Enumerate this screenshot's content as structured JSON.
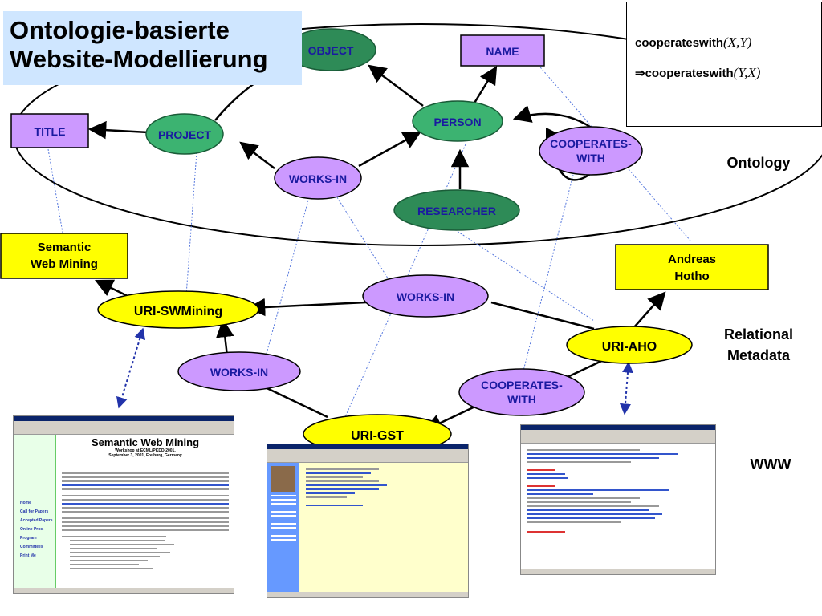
{
  "title": {
    "line1": "Ontologie-basierte",
    "line2": "Website-Modellierung"
  },
  "rule": {
    "pred1": "cooperateswith",
    "args1": "(X,Y)",
    "implies": "⇒",
    "pred2": "cooperateswith",
    "args2": "(Y,X)"
  },
  "layers": {
    "ontology": "Ontology",
    "metadata_line1": "Relational",
    "metadata_line2": "Metadata",
    "www": "WWW"
  },
  "nodes": {
    "object": "OBJECT",
    "name": "NAME",
    "title_node": "TITLE",
    "project": "PROJECT",
    "person": "PERSON",
    "cooperates_with_line1": "COOPERATES-",
    "cooperates_with_line2": "WITH",
    "works_in": "WORKS-IN",
    "researcher": "RESEARCHER",
    "semantic_web_mining_line1": "Semantic",
    "semantic_web_mining_line2": "Web Mining",
    "andreas_hotho_line1": "Andreas",
    "andreas_hotho_line2": "Hotho",
    "uri_swmining": "URI-SWMining",
    "works_in_2": "WORKS-IN",
    "uri_aho": "URI-AHO",
    "works_in_3": "WORKS-IN",
    "cooperates_with_2_line1": "COOPERATES-",
    "cooperates_with_2_line2": "WITH",
    "uri_gst": "URI-GST"
  },
  "screenshots": {
    "swm_heading": "Semantic Web Mining",
    "swm_sub1": "Workshop at ECML/PKDD-2001,",
    "swm_sub2": "September 3, 2001, Freiburg, Germany",
    "swm_menu": [
      "Home",
      "Call for Papers",
      "Accepted Papers",
      "Online Proc.",
      "Program",
      "Committees",
      "Print Me"
    ]
  },
  "colors": {
    "ontology_node": "#2e8b57",
    "ontology_node_light": "#3cb371",
    "relation_node": "#cc99ff",
    "instance_node": "#ffff00",
    "concept_box": "#cc99ff",
    "resource_box": "#ffff00",
    "text_blue": "#1a1aa0",
    "title_bg": "#cfe6ff"
  }
}
